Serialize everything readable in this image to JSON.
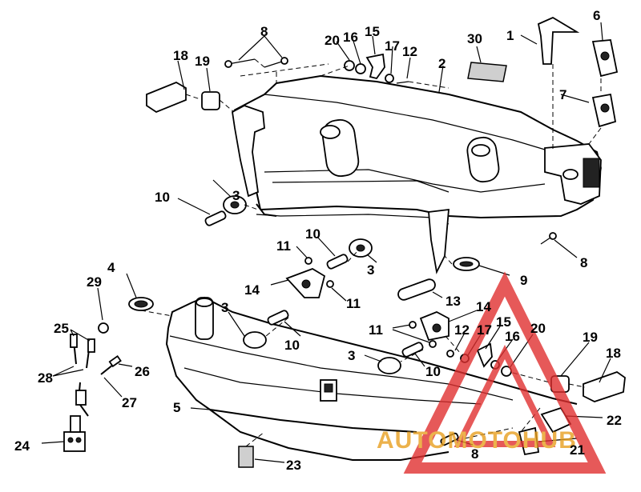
{
  "labels": [
    {
      "t": "1"
    },
    {
      "t": "2"
    },
    {
      "t": "3"
    },
    {
      "t": "3"
    },
    {
      "t": "3"
    },
    {
      "t": "3"
    },
    {
      "t": "4"
    },
    {
      "t": "5"
    },
    {
      "t": "6"
    },
    {
      "t": "7"
    },
    {
      "t": "8"
    },
    {
      "t": "8"
    },
    {
      "t": "8"
    },
    {
      "t": "9"
    },
    {
      "t": "10"
    },
    {
      "t": "10"
    },
    {
      "t": "10"
    },
    {
      "t": "10"
    },
    {
      "t": "11"
    },
    {
      "t": "11"
    },
    {
      "t": "11"
    },
    {
      "t": "12"
    },
    {
      "t": "12"
    },
    {
      "t": "13"
    },
    {
      "t": "14"
    },
    {
      "t": "14"
    },
    {
      "t": "15"
    },
    {
      "t": "15"
    },
    {
      "t": "16"
    },
    {
      "t": "16"
    },
    {
      "t": "17"
    },
    {
      "t": "17"
    },
    {
      "t": "18"
    },
    {
      "t": "18"
    },
    {
      "t": "19"
    },
    {
      "t": "19"
    },
    {
      "t": "20"
    },
    {
      "t": "20"
    },
    {
      "t": "21"
    },
    {
      "t": "22"
    },
    {
      "t": "23"
    },
    {
      "t": "24"
    },
    {
      "t": "25"
    },
    {
      "t": "26"
    },
    {
      "t": "27"
    },
    {
      "t": "28"
    },
    {
      "t": "29"
    },
    {
      "t": "30"
    }
  ],
  "watermark": {
    "text": "AUTOMOTOHUB",
    "color": "#e8a020",
    "triangle_color": "#e03030"
  },
  "colors": {
    "line": "#000000",
    "background": "#ffffff"
  }
}
